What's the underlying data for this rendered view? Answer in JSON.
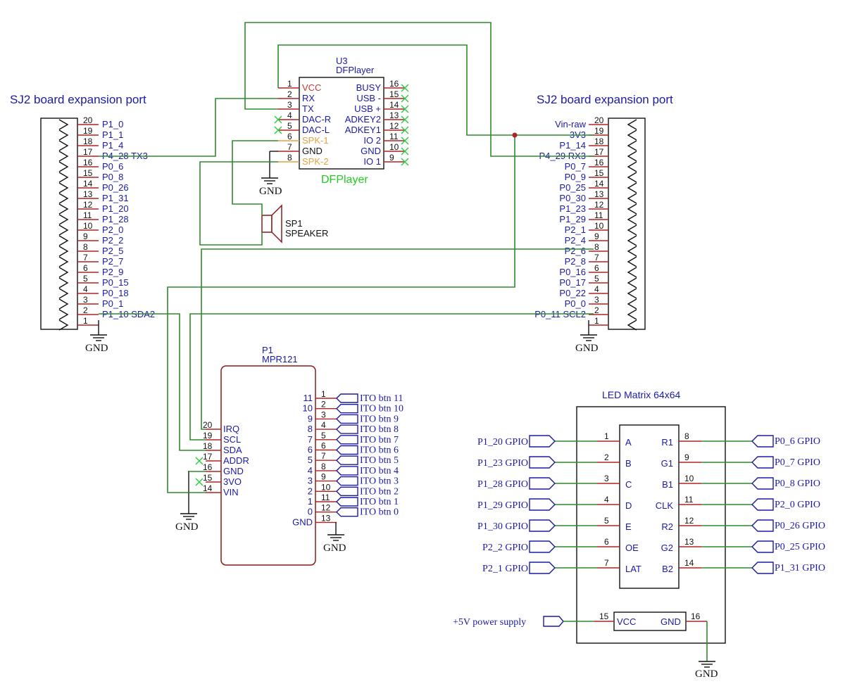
{
  "expansion_ports": {
    "left_title": "SJ2 board expansion port",
    "right_title": "SJ2 board expansion port",
    "left_pins": [
      {
        "num": "20",
        "label": "P1_0"
      },
      {
        "num": "19",
        "label": "P1_1"
      },
      {
        "num": "18",
        "label": "P1_4"
      },
      {
        "num": "17",
        "label": "P4_28 TX3"
      },
      {
        "num": "16",
        "label": "P0_6"
      },
      {
        "num": "15",
        "label": "P0_8"
      },
      {
        "num": "14",
        "label": "P0_26"
      },
      {
        "num": "13",
        "label": "P1_31"
      },
      {
        "num": "12",
        "label": "P1_20"
      },
      {
        "num": "11",
        "label": "P1_28"
      },
      {
        "num": "10",
        "label": "P2_0"
      },
      {
        "num": "9",
        "label": "P2_2"
      },
      {
        "num": "8",
        "label": "P2_5"
      },
      {
        "num": "7",
        "label": "P2_7"
      },
      {
        "num": "6",
        "label": "P2_9"
      },
      {
        "num": "5",
        "label": "P0_15"
      },
      {
        "num": "4",
        "label": "P0_18"
      },
      {
        "num": "3",
        "label": "P0_1"
      },
      {
        "num": "2",
        "label": "P1_10 SDA2"
      },
      {
        "num": "1",
        "label": ""
      }
    ],
    "right_pins": [
      {
        "num": "20",
        "label": "Vin-raw"
      },
      {
        "num": "19",
        "label": "3V3"
      },
      {
        "num": "18",
        "label": "P1_14"
      },
      {
        "num": "17",
        "label": "P4_29 RX3"
      },
      {
        "num": "16",
        "label": "P0_7"
      },
      {
        "num": "15",
        "label": "P0_9"
      },
      {
        "num": "14",
        "label": "P0_25"
      },
      {
        "num": "13",
        "label": "P0_30"
      },
      {
        "num": "12",
        "label": "P1_23"
      },
      {
        "num": "11",
        "label": "P1_29"
      },
      {
        "num": "10",
        "label": "P2_1"
      },
      {
        "num": "9",
        "label": "P2_4"
      },
      {
        "num": "8",
        "label": "P2_6"
      },
      {
        "num": "7",
        "label": "P2_8"
      },
      {
        "num": "6",
        "label": "P0_16"
      },
      {
        "num": "5",
        "label": "P0_17"
      },
      {
        "num": "4",
        "label": "P0_22"
      },
      {
        "num": "3",
        "label": "P0_0"
      },
      {
        "num": "2",
        "label": "P0_11 SCL2"
      },
      {
        "num": "1",
        "label": ""
      }
    ]
  },
  "gnd_label": "GND",
  "dfplayer": {
    "ref": "U3",
    "value": "DFPlayer",
    "caption": "DFPlayer",
    "left_pins": [
      {
        "num": "1",
        "label": "VCC"
      },
      {
        "num": "2",
        "label": "RX"
      },
      {
        "num": "3",
        "label": "TX"
      },
      {
        "num": "4",
        "label": "DAC-R"
      },
      {
        "num": "5",
        "label": "DAC-L"
      },
      {
        "num": "6",
        "label": "SPK-1"
      },
      {
        "num": "7",
        "label": "GND"
      },
      {
        "num": "8",
        "label": "SPK-2"
      }
    ],
    "right_pins": [
      {
        "num": "16",
        "label": "BUSY"
      },
      {
        "num": "15",
        "label": "USB -"
      },
      {
        "num": "14",
        "label": "USB +"
      },
      {
        "num": "13",
        "label": "ADKEY2"
      },
      {
        "num": "12",
        "label": "ADKEY1"
      },
      {
        "num": "11",
        "label": "IO 2"
      },
      {
        "num": "10",
        "label": "GND"
      },
      {
        "num": "9",
        "label": "IO 1"
      }
    ]
  },
  "speaker": {
    "ref": "SP1",
    "value": "SPEAKER"
  },
  "mpr121": {
    "ref": "P1",
    "value": "MPR121",
    "left_pins": [
      {
        "num": "20",
        "label": "IRQ"
      },
      {
        "num": "19",
        "label": "SCL"
      },
      {
        "num": "18",
        "label": "SDA"
      },
      {
        "num": "17",
        "label": "ADDR"
      },
      {
        "num": "16",
        "label": "GND"
      },
      {
        "num": "15",
        "label": "3VO"
      },
      {
        "num": "14",
        "label": "VIN"
      }
    ],
    "right_pins": [
      {
        "inner": "11",
        "num": "1",
        "port": "ITO btn 11"
      },
      {
        "inner": "10",
        "num": "2",
        "port": "ITO btn 10"
      },
      {
        "inner": "9",
        "num": "3",
        "port": "ITO btn 9"
      },
      {
        "inner": "8",
        "num": "4",
        "port": "ITO btn 8"
      },
      {
        "inner": "7",
        "num": "5",
        "port": "ITO btn 7"
      },
      {
        "inner": "6",
        "num": "6",
        "port": "ITO btn 6"
      },
      {
        "inner": "5",
        "num": "7",
        "port": "ITO btn 5"
      },
      {
        "inner": "4",
        "num": "8",
        "port": "ITO btn 4"
      },
      {
        "inner": "3",
        "num": "9",
        "port": "ITO btn 3"
      },
      {
        "inner": "2",
        "num": "10",
        "port": "ITO btn 2"
      },
      {
        "inner": "1",
        "num": "11",
        "port": "ITO btn 1"
      },
      {
        "inner": "0",
        "num": "12",
        "port": "ITO btn 0"
      },
      {
        "inner": "GND",
        "num": "13",
        "port": ""
      }
    ]
  },
  "led_matrix": {
    "title": "LED Matrix 64x64",
    "left_pins": [
      {
        "num": "1",
        "label": "A",
        "port": "P1_20 GPIO"
      },
      {
        "num": "2",
        "label": "B",
        "port": "P1_23 GPIO"
      },
      {
        "num": "3",
        "label": "C",
        "port": "P1_28 GPIO"
      },
      {
        "num": "4",
        "label": "D",
        "port": "P1_29 GPIO"
      },
      {
        "num": "5",
        "label": "E",
        "port": "P1_30 GPIO"
      },
      {
        "num": "6",
        "label": "OE",
        "port": "P2_2 GPIO"
      },
      {
        "num": "7",
        "label": "LAT",
        "port": "P2_1 GPIO"
      }
    ],
    "right_pins": [
      {
        "num": "8",
        "label": "R1",
        "port": "P0_6 GPIO"
      },
      {
        "num": "9",
        "label": "G1",
        "port": "P0_7 GPIO"
      },
      {
        "num": "10",
        "label": "B1",
        "port": "P0_8 GPIO"
      },
      {
        "num": "11",
        "label": "CLK",
        "port": "P2_0 GPIO"
      },
      {
        "num": "12",
        "label": "R2",
        "port": "P0_26 GPIO"
      },
      {
        "num": "13",
        "label": "G2",
        "port": "P0_25 GPIO"
      },
      {
        "num": "14",
        "label": "B2",
        "port": "P1_31 GPIO"
      }
    ],
    "power_port": "+5V power supply",
    "vcc_num": "15",
    "vcc_label": "VCC",
    "gnd_num": "16",
    "gnd_label": "GND"
  }
}
